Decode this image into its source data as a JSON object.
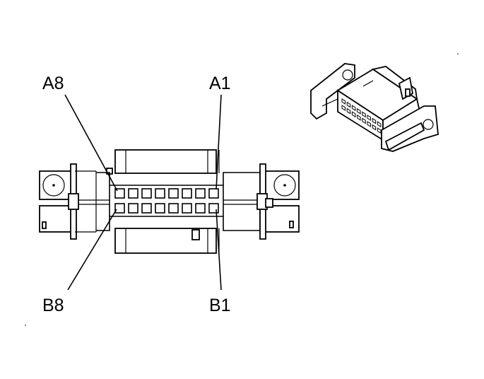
{
  "diagram": {
    "labels": {
      "a8": "A8",
      "a1": "A1",
      "b8": "B8",
      "b1": "B1"
    },
    "pin_rows": [
      {
        "row": "A",
        "count": 8
      },
      {
        "row": "B",
        "count": 8
      }
    ],
    "colors": {
      "line": "#000000",
      "background": "#ffffff"
    }
  }
}
